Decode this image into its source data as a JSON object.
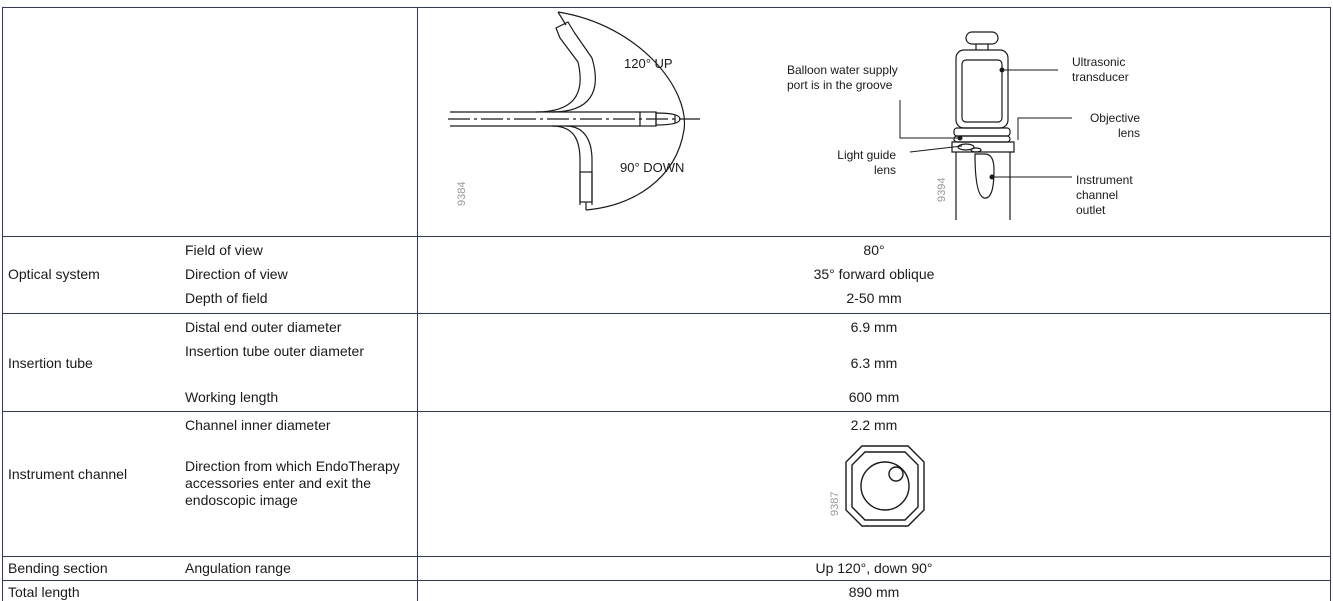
{
  "figures": {
    "angulation": {
      "code": "9384",
      "up_label": "120° UP",
      "down_label": "90° DOWN"
    },
    "distal_end": {
      "code": "9394",
      "callouts": {
        "balloon_port": [
          "Balloon water supply",
          "port is in the groove"
        ],
        "ultrasonic": [
          "Ultrasonic",
          "transducer"
        ],
        "objective": [
          "Objective",
          "lens"
        ],
        "light_guide": [
          "Light guide",
          "lens"
        ],
        "instrument_outlet": [
          "Instrument",
          "channel",
          "outlet"
        ]
      }
    },
    "channel_direction": {
      "code": "9387"
    }
  },
  "specs": [
    {
      "group": "Optical system",
      "rows": [
        {
          "item": "Field of view",
          "value": "80°"
        },
        {
          "item": "Direction of view",
          "value": "35° forward oblique"
        },
        {
          "item": "Depth of field",
          "value": "2-50 mm"
        }
      ]
    },
    {
      "group": "Insertion tube",
      "rows": [
        {
          "item": "Distal end outer diameter",
          "value": "6.9 mm"
        },
        {
          "item": "Insertion tube outer diameter",
          "value": "6.3 mm"
        },
        {
          "item": "Working length",
          "value": "600 mm"
        }
      ]
    },
    {
      "group": "Instrument channel",
      "rows": [
        {
          "item": "Channel inner diameter",
          "value": "2.2 mm"
        },
        {
          "item": "Direction from which EndoTherapy accessories enter and exit the endoscopic image",
          "value": ""
        }
      ]
    },
    {
      "group": "Bending section",
      "rows": [
        {
          "item": "Angulation range",
          "value": "Up 120°, down 90°"
        }
      ]
    },
    {
      "group": "Total length",
      "rows": [
        {
          "item": "",
          "value": "890 mm"
        }
      ]
    }
  ]
}
